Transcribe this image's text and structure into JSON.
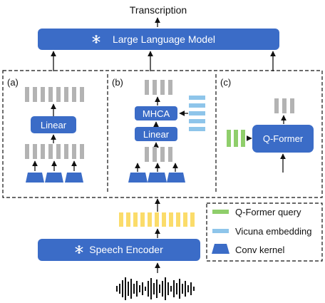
{
  "title": "Transcription",
  "llm": {
    "label": "Large Language Model",
    "icon": "snowflake-icon"
  },
  "encoder": {
    "label": "Speech Encoder",
    "icon": "snowflake-icon"
  },
  "panels": {
    "a": {
      "tag": "(a)",
      "block": "Linear"
    },
    "b": {
      "tag": "(b)",
      "block_top": "MHCA",
      "block_bottom": "Linear"
    },
    "c": {
      "tag": "(c)",
      "block": "Q-Former"
    }
  },
  "legend": [
    {
      "label": "Q-Former query",
      "color": "#8fce6b"
    },
    {
      "label": "Vicuna embedding",
      "color": "#8ec5ea"
    },
    {
      "label": "Conv kernel",
      "color": "#3b6cc7"
    }
  ],
  "colors": {
    "block_blue": "#3b6cc7",
    "token_gray": "#b3b3b3",
    "feature_yellow": "#fbdc6a",
    "query_green": "#8fce6b",
    "embed_blue": "#8ec5ea"
  }
}
